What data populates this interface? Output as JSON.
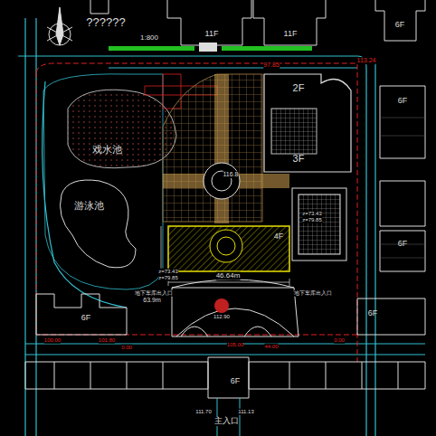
{
  "diagram": {
    "title": "??????",
    "nodes": [
      {
        "text": [
          "11F"
        ]
      },
      {
        "text": [
          "11F"
        ]
      },
      {
        "text": [
          "6F"
        ]
      },
      {
        "text": [
          "2F",
          "3F"
        ]
      },
      {
        "text": [
          "6F"
        ]
      },
      {
        "text": [
          "戏水池"
        ]
      },
      {
        "text": [
          "游泳池"
        ]
      },
      {
        "text": [
          "4F"
        ]
      },
      {
        "text": [
          "6F"
        ]
      },
      {
        "text": [
          "6F"
        ]
      },
      {
        "text": [
          "6F"
        ]
      }
    ],
    "labels": [
      "1:800",
      "97.85",
      "113.24",
      "116.8",
      "z=73.43",
      "z=79.85",
      "z=73.43",
      "z=79.85",
      "46.64m",
      "63.9m",
      "地下车库出入口",
      "地下车库出入口",
      "112.90",
      "100.00",
      "0.00",
      "44.00",
      "0.00",
      "101.80",
      "105.00",
      "6F",
      "主入口",
      "111.70",
      "111.13"
    ]
  }
}
